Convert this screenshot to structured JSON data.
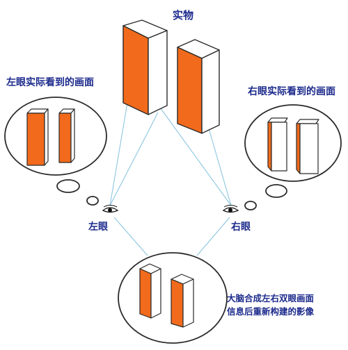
{
  "title": "实物",
  "left_view_label": "左眼实际看到的画面",
  "right_view_label": "右眼实际看到的画面",
  "left_eye_label": "左眼",
  "right_eye_label": "右眼",
  "brain_label_line1": "大脑合成左右双眼画面",
  "brain_label_line2": "信息后重新构建的影像",
  "colors": {
    "face_orange": "#f26a1b",
    "face_white": "#ffffff",
    "outline": "#2a2a2a",
    "sight_lines": "#8cc6e0",
    "text": "#1c2a8c"
  },
  "icons": [
    "left-eye-icon",
    "right-eye-icon"
  ]
}
